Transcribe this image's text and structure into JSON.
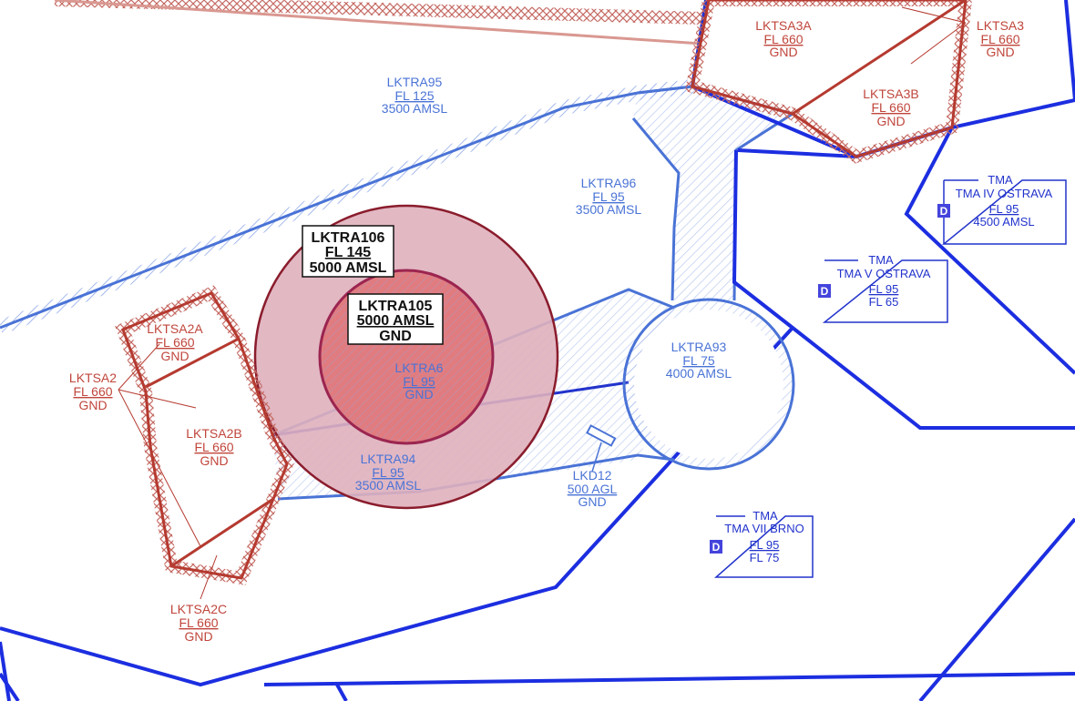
{
  "colors": {
    "airspace_blue": "#4a73d6",
    "tma_blue": "#1c2ee0",
    "restricted_red": "#b53a30",
    "danger_fill": "#dfb0bc",
    "danger_core": "#e07c80"
  },
  "zones": {
    "lktra95": {
      "name": "LKTRA95",
      "upper": "FL 125",
      "lower": "3500 AMSL"
    },
    "lktra96": {
      "name": "LKTRA96",
      "upper": "FL 95",
      "lower": "3500 AMSL"
    },
    "lktra93": {
      "name": "LKTRA93",
      "upper": "FL 75",
      "lower": "4000 AMSL"
    },
    "lktra94": {
      "name": "LKTRA94",
      "upper": "FL 95",
      "lower": "3500 AMSL"
    },
    "lktra6": {
      "name": "LKTRA6",
      "upper": "FL 95",
      "lower": "GND"
    },
    "lktra106": {
      "name": "LKTRA106",
      "upper": "FL 145",
      "lower": "5000 AMSL"
    },
    "lktra105": {
      "name": "LKTRA105",
      "upper": "5000 AMSL",
      "lower": "GND"
    },
    "lkd12": {
      "name": "LKD12",
      "upper": "500 AGL",
      "lower": "GND"
    },
    "lktsa3a": {
      "name": "LKTSA3A",
      "upper": "FL 660",
      "lower": "GND"
    },
    "lktsa3": {
      "name": "LKTSA3",
      "upper": "FL 660",
      "lower": "GND"
    },
    "lktsa3b": {
      "name": "LKTSA3B",
      "upper": "FL 660",
      "lower": "GND"
    },
    "lktsa2a": {
      "name": "LKTSA2A",
      "upper": "FL 660",
      "lower": "GND"
    },
    "lktsa2": {
      "name": "LKTSA2",
      "upper": "FL 660",
      "lower": "GND"
    },
    "lktsa2b": {
      "name": "LKTSA2B",
      "upper": "FL 660",
      "lower": "GND"
    },
    "lktsa2c": {
      "name": "LKTSA2C",
      "upper": "FL 660",
      "lower": "GND"
    }
  },
  "tma_boxes": {
    "ostrava4": {
      "title": "TMA",
      "name": "TMA IV OSTRAVA",
      "upper": "FL 95",
      "lower": "4500 AMSL",
      "class": "D"
    },
    "ostrava5": {
      "title": "TMA",
      "name": "TMA V OSTRAVA",
      "upper": "FL 95",
      "lower": "FL 65",
      "class": "D"
    },
    "brno7": {
      "title": "TMA",
      "name": "TMA VII BRNO",
      "upper": "FL 95",
      "lower": "FL 75",
      "class": "D"
    }
  }
}
